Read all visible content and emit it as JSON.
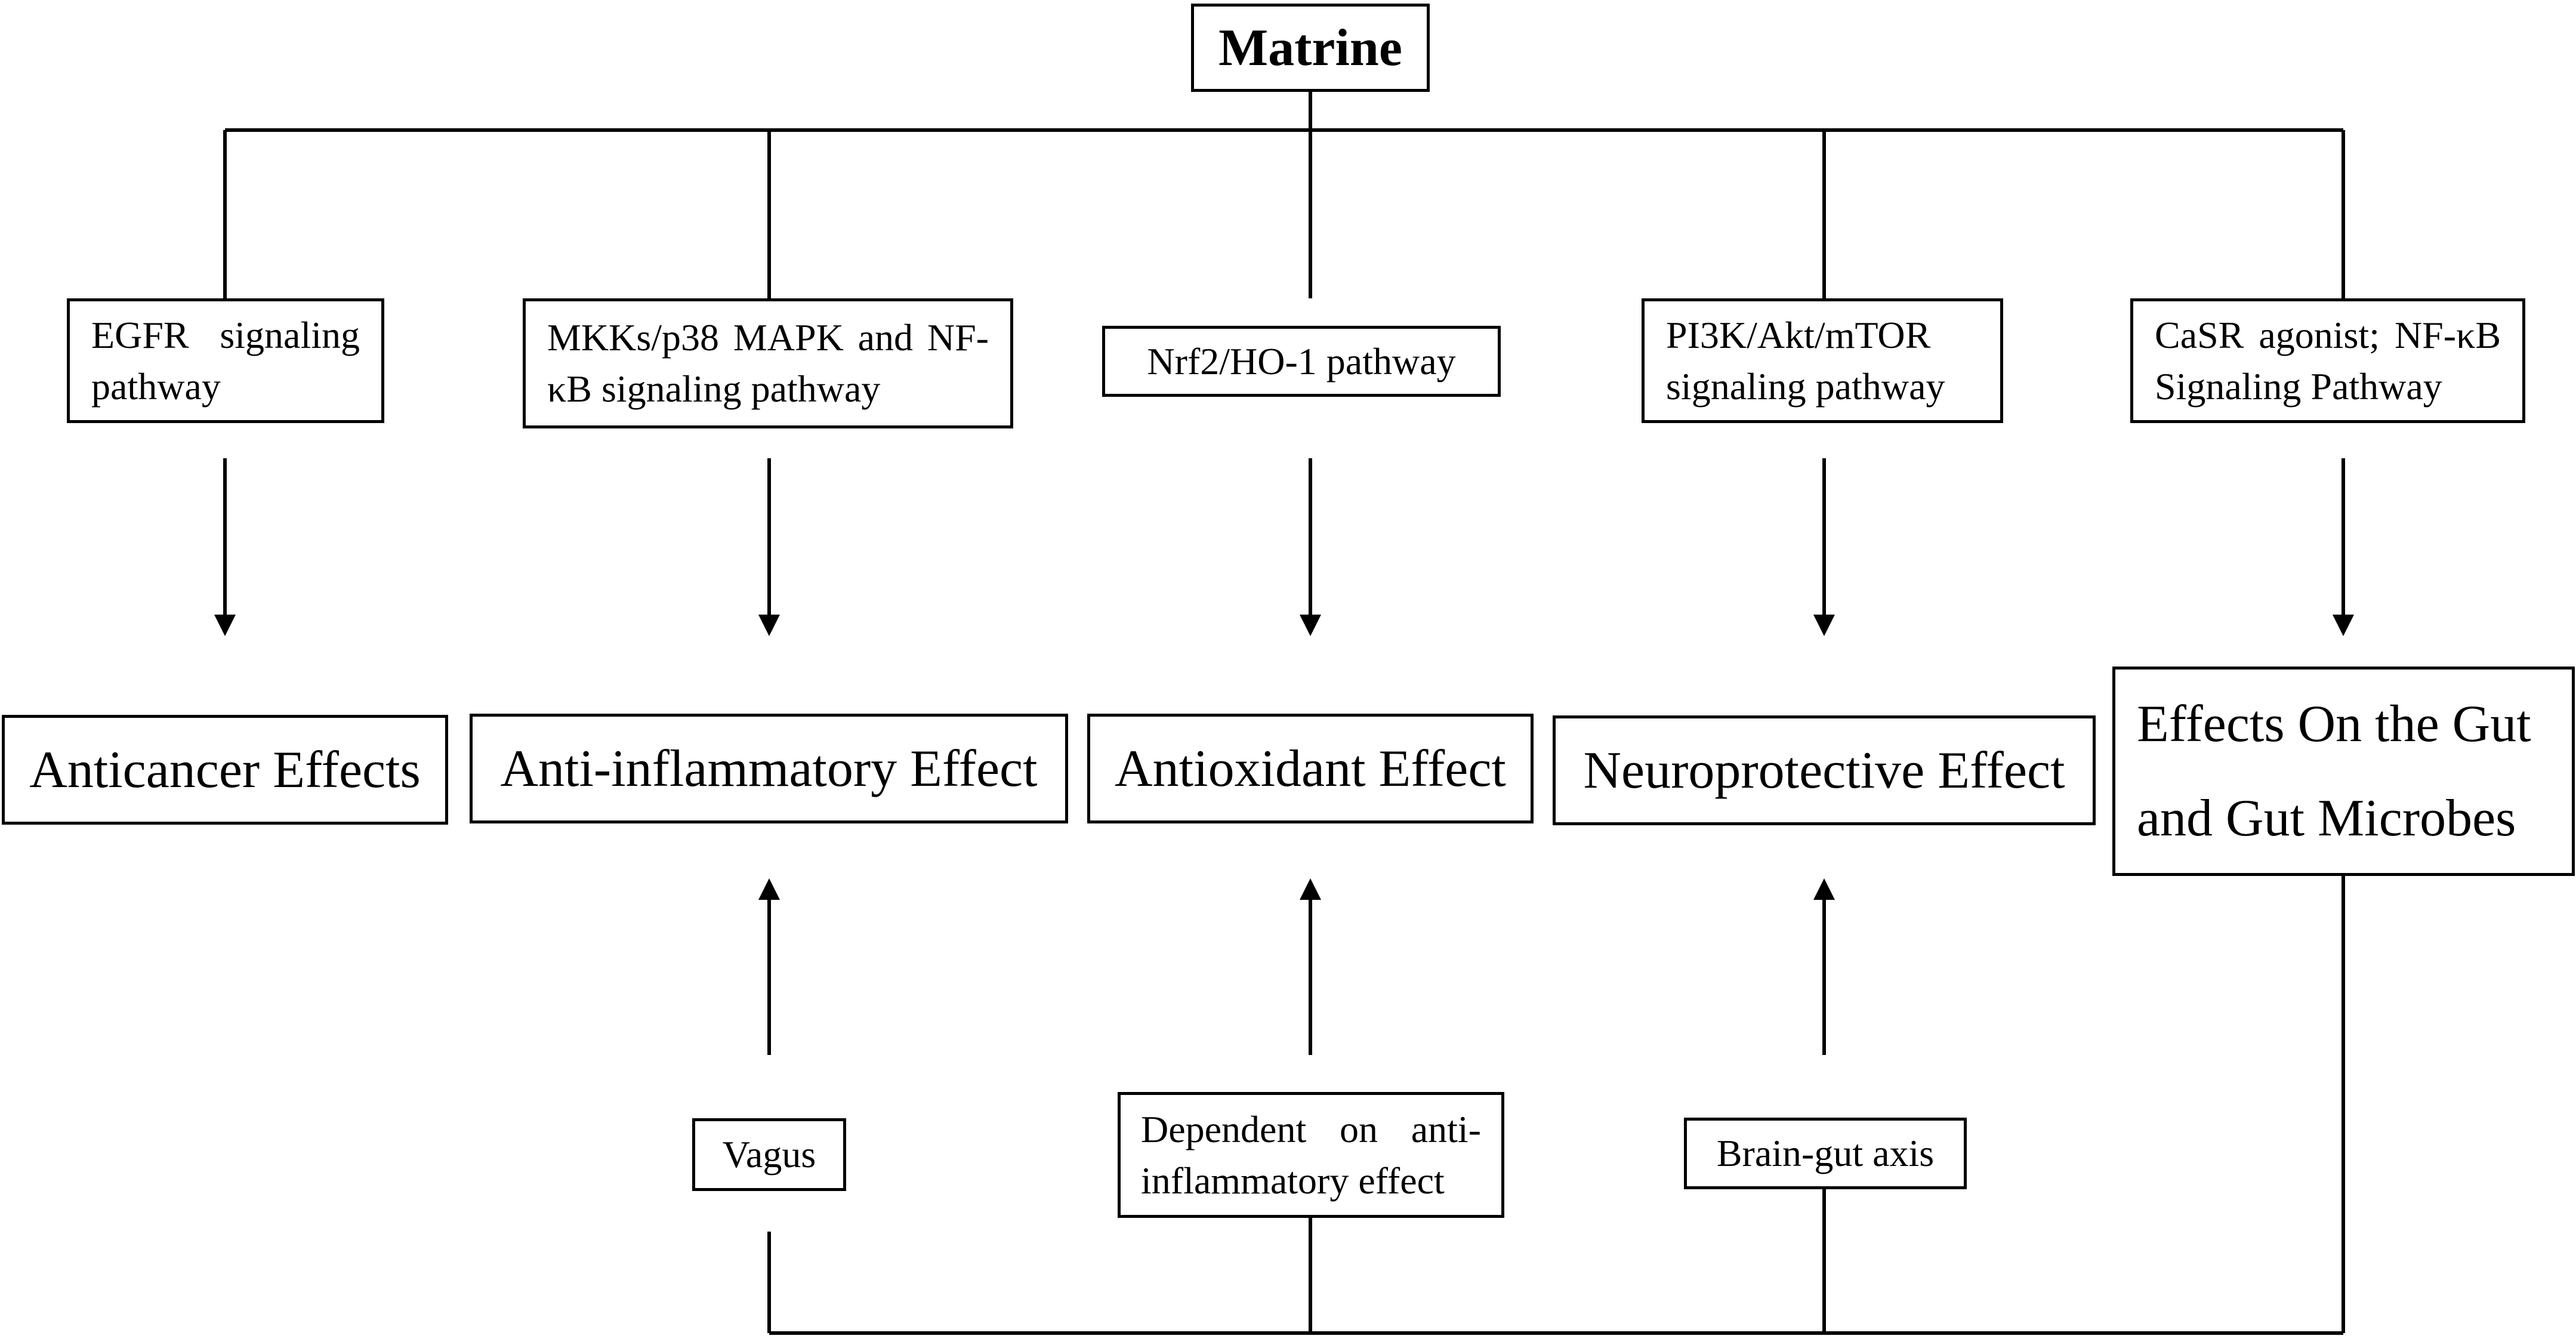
{
  "root": {
    "label": "Matrine"
  },
  "pathways": [
    {
      "id": "egfr",
      "label": "EGFR signaling pathway"
    },
    {
      "id": "mkk",
      "label": "MKKs/p38 MAPK and NF-κB signaling pathway"
    },
    {
      "id": "nrf2",
      "label": "Nrf2/HO-1 pathway"
    },
    {
      "id": "pi3k",
      "label": "PI3K/Akt/mTOR signaling pathway"
    },
    {
      "id": "casr",
      "label": "CaSR agonist; NF-κB Signaling Pathway"
    }
  ],
  "effects": [
    {
      "id": "anticancer",
      "label": "Anticancer Effects"
    },
    {
      "id": "antiinflammatory",
      "label": "Anti-inflammatory Effect"
    },
    {
      "id": "antioxidant",
      "label": "Antioxidant Effect"
    },
    {
      "id": "neuroprotective",
      "label": "Neuroprotective Effect"
    },
    {
      "id": "gut",
      "label": "Effects On the Gut and Gut Microbes"
    }
  ],
  "gut_mediators": [
    {
      "id": "vagus",
      "label": "Vagus"
    },
    {
      "id": "dependent",
      "label": "Dependent on anti-inflammatory effect"
    },
    {
      "id": "braingut",
      "label": "Brain-gut axis"
    }
  ]
}
